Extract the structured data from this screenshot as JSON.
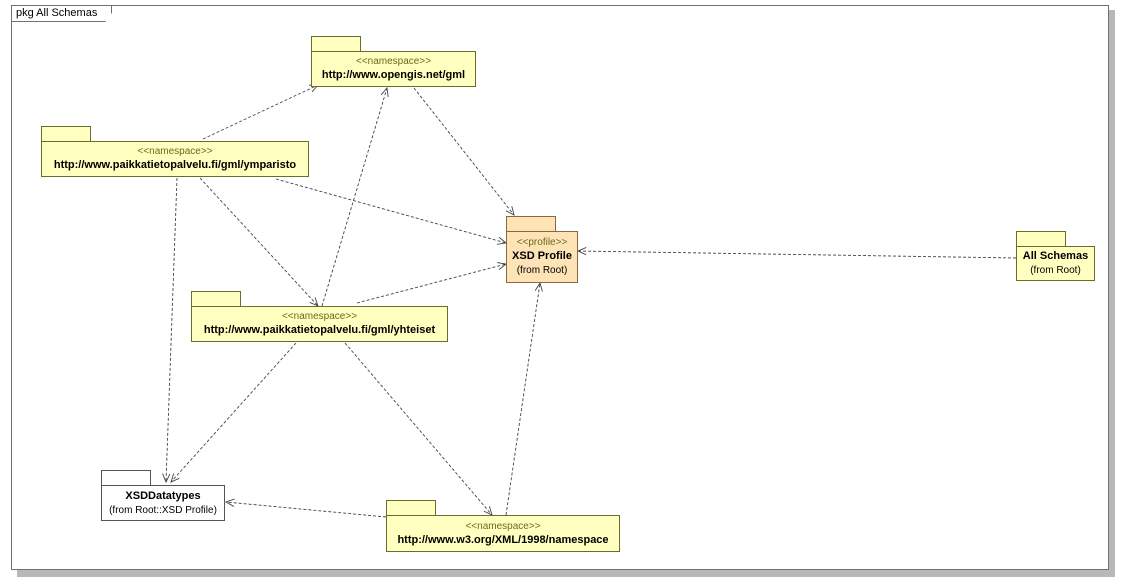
{
  "frame": {
    "label": "pkg All Schemas"
  },
  "packages": {
    "gml": {
      "stereotype": "<<namespace>>",
      "name": "http://www.opengis.net/gml"
    },
    "ymparisto": {
      "stereotype": "<<namespace>>",
      "name": "http://www.paikkatietopalvelu.fi/gml/ymparisto"
    },
    "yhteiset": {
      "stereotype": "<<namespace>>",
      "name": "http://www.paikkatietopalvelu.fi/gml/yhteiset"
    },
    "xsd_profile": {
      "stereotype": "<<profile>>",
      "name": "XSD Profile",
      "from": "(from Root)"
    },
    "all_schemas": {
      "name": "All Schemas",
      "from": "(from Root)"
    },
    "xsd_datatypes": {
      "name": "XSDDatatypes",
      "from": "(from Root::XSD Profile)"
    },
    "xml_namespace": {
      "stereotype": "<<namespace>>",
      "name": "http://www.w3.org/XML/1998/namespace"
    }
  },
  "dependencies": [
    {
      "from": "ymparisto",
      "to": "gml"
    },
    {
      "from": "ymparisto",
      "to": "xsd_profile"
    },
    {
      "from": "ymparisto",
      "to": "yhteiset"
    },
    {
      "from": "ymparisto",
      "to": "xsd_datatypes"
    },
    {
      "from": "gml",
      "to": "xsd_profile"
    },
    {
      "from": "yhteiset",
      "to": "gml"
    },
    {
      "from": "yhteiset",
      "to": "xsd_profile"
    },
    {
      "from": "yhteiset",
      "to": "xsd_datatypes"
    },
    {
      "from": "yhteiset",
      "to": "xml_namespace"
    },
    {
      "from": "all_schemas",
      "to": "xsd_profile"
    },
    {
      "from": "xml_namespace",
      "to": "xsd_profile"
    },
    {
      "from": "xml_namespace",
      "to": "xsd_datatypes"
    }
  ]
}
